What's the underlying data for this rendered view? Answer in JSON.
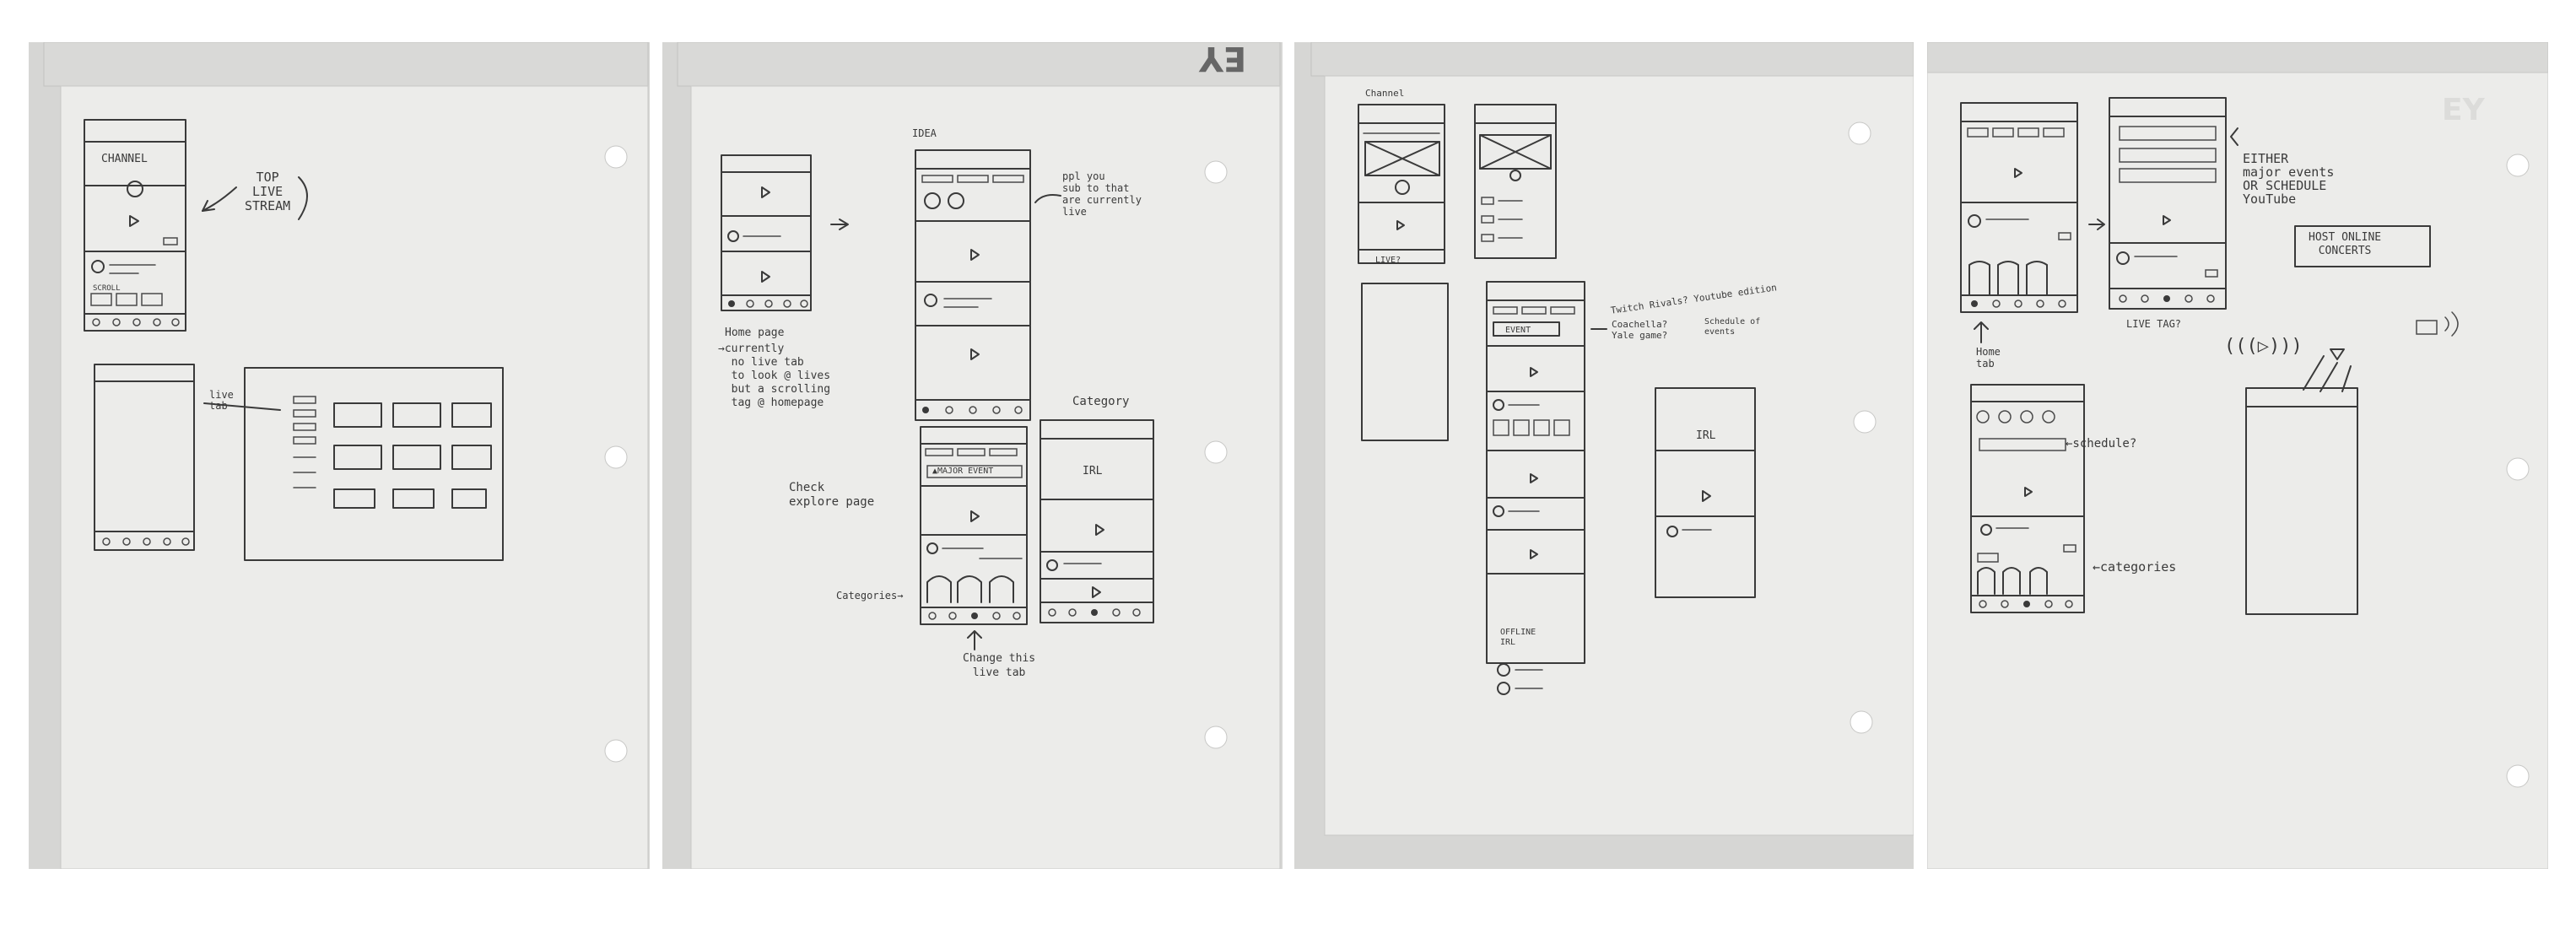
{
  "sheet1": {
    "channel": "CHANNEL",
    "top_live": "TOP\nLIVE\nSTREAM",
    "scroll": "SCROLL",
    "live_tab": "live\ntab"
  },
  "sheet2": {
    "watermark": "EY",
    "idea": "IDEA",
    "ppl_you_sub": "ppl you\nsub to that\nare currently\nlive",
    "home_page": "Home page",
    "currently": "→currently\n  no live tab\n  to look @ lives\n  but a scrolling\n  tag @ homepage",
    "check_explore": "Check\nexplore page",
    "category": "Category",
    "irl": "IRL",
    "major_event": "▲MAJOR EVENT",
    "categories": "Categories→",
    "change_tab": "Change this\nlive tab"
  },
  "sheet3": {
    "channel": "Channel",
    "live": "LIVE?",
    "event": "EVENT",
    "twitch_rivals": "Twitch Rivals? Youtube edition",
    "coachella": "Coachella?\nYale game?",
    "schedule_events": "Schedule of\nevents",
    "offline_irl": "OFFLINE\nIRL",
    "irl": "IRL"
  },
  "sheet4": {
    "either": "EITHER\nmajor events\nOR SCHEDULE\nYouTube",
    "host_online": "HOST ONLINE\nCONCERTS",
    "live_tag": "LIVE TAG?",
    "home_tab": "Home\ntab",
    "schedule": "←schedule?",
    "categories": "←categories",
    "signal": "(((▷)))"
  }
}
